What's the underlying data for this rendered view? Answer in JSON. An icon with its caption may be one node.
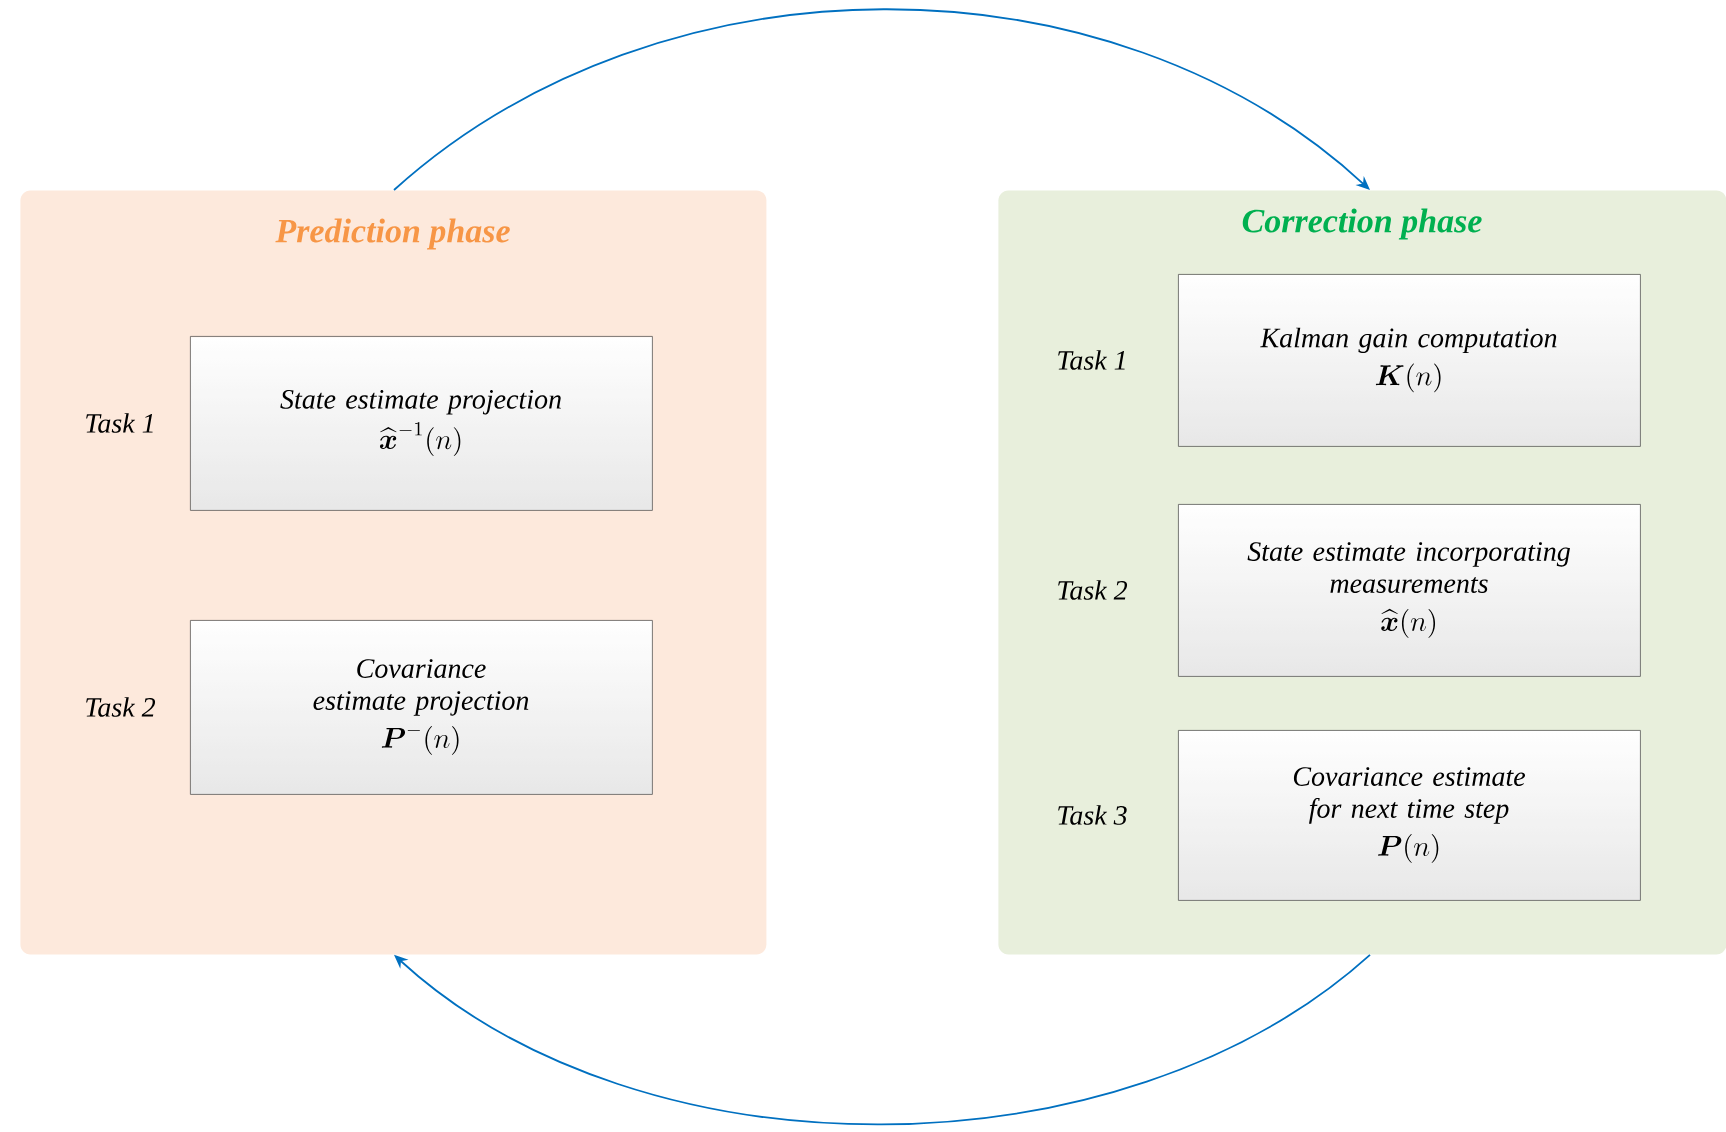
{
  "diagram": {
    "nodes": [
      {
        "text": [
          "Prediction phase"
        ]
      },
      {
        "text": [
          "State estimate projection",
          "\\widehat{\\boldsymbol{x}}^{-1}(n)"
        ],
        "in": 0,
        "beside": [
          "Task 1"
        ]
      },
      {
        "text": [
          "Covariance estimate projection",
          "\\boldsymbol{P}^{-}(n)"
        ],
        "in": 0,
        "beside": [
          "Task 2"
        ]
      },
      {
        "text": [
          "Correction phase"
        ]
      },
      {
        "text": [
          "Kalman gain computation",
          "\\boldsymbol{K}(n)"
        ],
        "in": 3,
        "beside": [
          "Task 1"
        ]
      },
      {
        "text": [
          "State estimate incorporating measurements",
          "\\widehat{\\boldsymbol{x}}(n)"
        ],
        "in": 3,
        "beside": [
          "Task 2"
        ]
      },
      {
        "text": [
          "Covariance estimate for next time step",
          "\\boldsymbol{P}(n)"
        ],
        "in": 3,
        "beside": [
          "Task 3"
        ]
      }
    ],
    "edges": [
      {
        "from": 0,
        "to": 3,
        "arrow": "to"
      },
      {
        "from": 3,
        "to": 0,
        "arrow": "to"
      }
    ]
  }
}
